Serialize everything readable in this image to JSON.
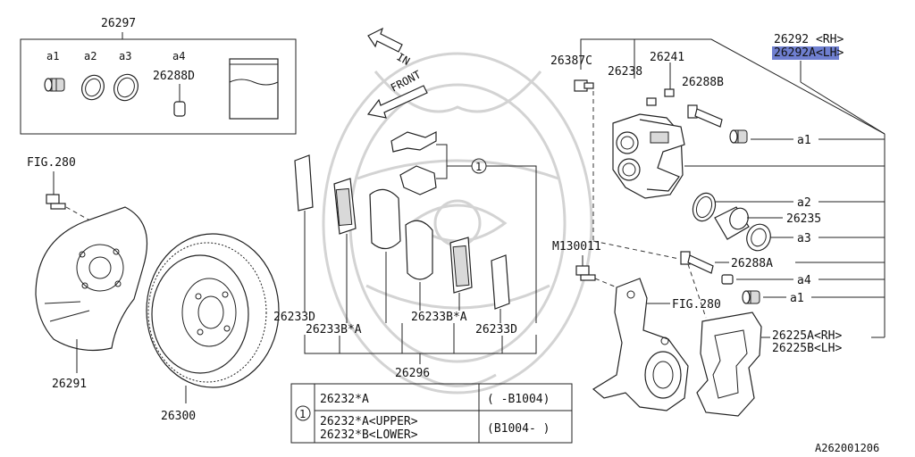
{
  "kit": {
    "part_no": "26297",
    "items": [
      "a1",
      "a2",
      "a3",
      "a4"
    ],
    "pin": "26288D"
  },
  "fig_ref": "FIG.280",
  "arrows": {
    "in": "IN",
    "front": "FRONT"
  },
  "left_parts": {
    "shield": "26291",
    "rotor": "26300"
  },
  "pads": {
    "group": "26296",
    "ref_circle": "1",
    "left_shim": "26233D",
    "left_pad": "26233B*A",
    "right_pad": "26233B*A",
    "right_shim": "26233D"
  },
  "table": {
    "ref": "1",
    "rows": [
      {
        "part": "26232*A",
        "range": "( -B1004)"
      },
      {
        "part": "26232*A<UPPER>",
        "part2": "26232*B<LOWER>",
        "range": "(B1004- )"
      }
    ]
  },
  "caliper": {
    "rh": "26292 <RH>",
    "lh": "26292A<LH>",
    "bleeder": "26387C",
    "p26238": "26238",
    "p26241": "26241",
    "p26288B": "26288B",
    "a1_top": "a1",
    "a2": "a2",
    "p26235": "26235",
    "a3": "a3",
    "bolt_lbl": "M130011",
    "p26288A": "26288A",
    "a4": "a4",
    "a1_bot": "a1",
    "fig_ref": "FIG.280",
    "bracket_rh": "26225A<RH>",
    "bracket_lh": "26225B<LH>"
  },
  "footer": {
    "code": "A262001206"
  }
}
